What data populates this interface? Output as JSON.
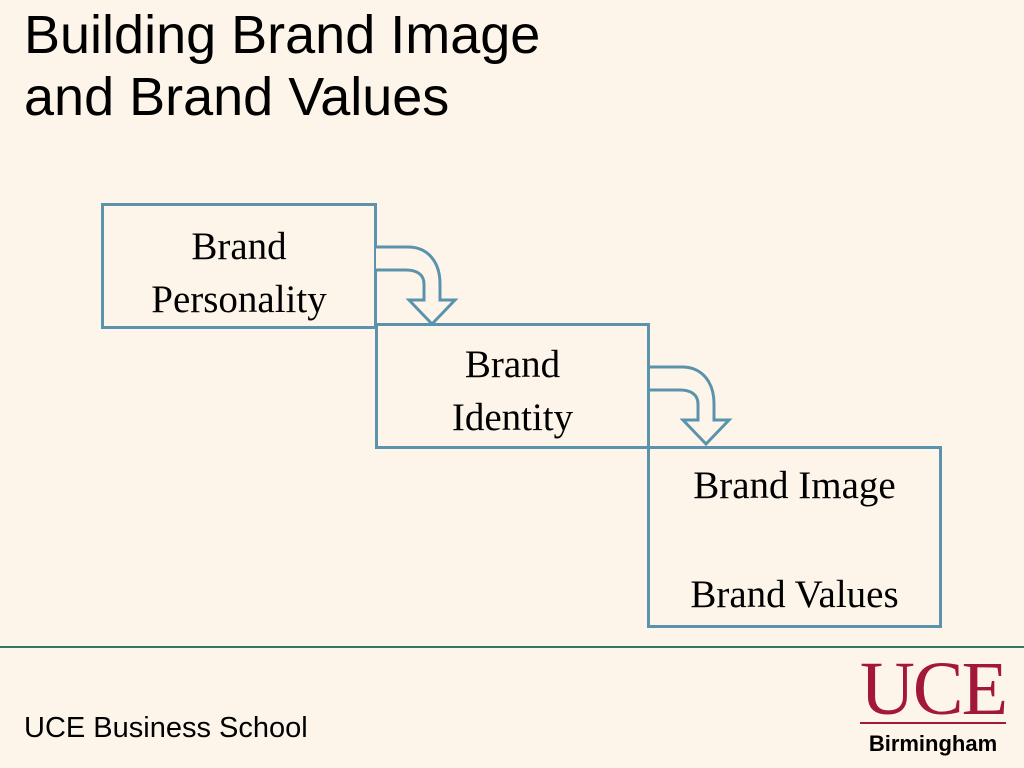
{
  "title": {
    "line1": "Building Brand Image",
    "line2": "and Brand Values"
  },
  "diagram": {
    "boxes": [
      {
        "lines": [
          "Brand",
          "Personality"
        ]
      },
      {
        "lines": [
          "Brand",
          "Identity"
        ]
      },
      {
        "lines": [
          "Brand Image",
          "Brand Values"
        ]
      }
    ],
    "border_color": "#5b93ad",
    "arrow_icon": "curved-arrow-down-icon"
  },
  "footer": {
    "text": "UCE Business School",
    "rule_color": "#2e7a60"
  },
  "logo": {
    "main": "UCE",
    "sub": "Birmingham",
    "color": "#a3183a"
  },
  "colors": {
    "background": "#fdf5ea"
  }
}
